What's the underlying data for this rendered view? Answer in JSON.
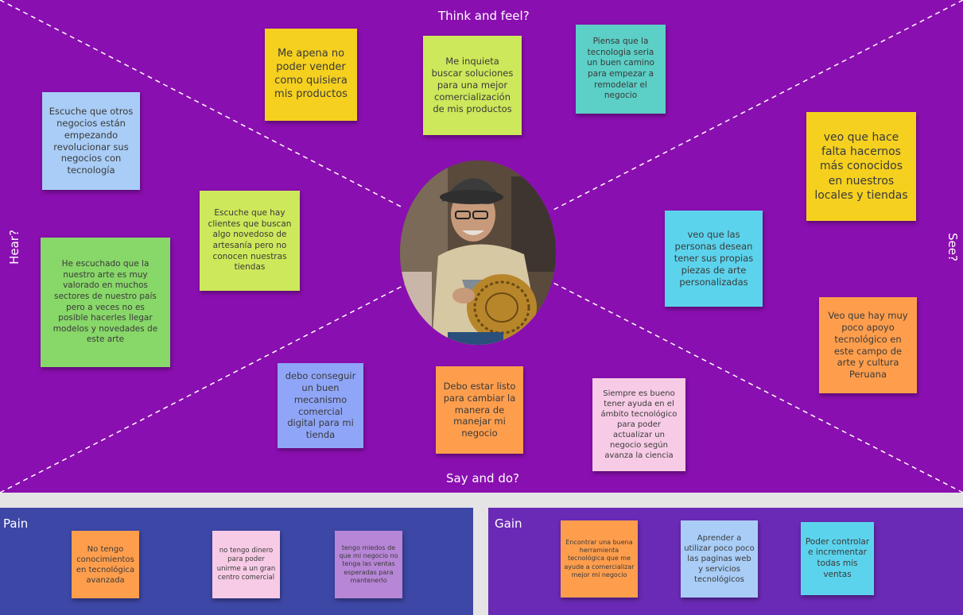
{
  "board": {
    "labels": {
      "think": "Think and feel?",
      "say": "Say and do?",
      "hear": "Hear?",
      "see": "See?"
    },
    "notes": {
      "think_1": "Me apena no poder vender como quisiera mis productos",
      "think_2": "Me inquieta buscar soluciones para una mejor comercialización de mis productos",
      "think_3": "Piensa que la tecnologia seria un buen camino para empezar a remodelar el negocio",
      "hear_1": "Escuche que otros negocios están empezando revolucionar sus negocios con tecnología",
      "hear_2": "Escuche que hay clientes que buscan algo novedoso de artesanía pero no conocen nuestras tiendas",
      "hear_3": "He escuchado que la nuestro arte es muy valorado en muchos sectores de nuestro país pero a veces no es posible hacerles llegar modelos y novedades de este arte",
      "see_1": "veo que hace falta hacernos más conocidos en nuestros locales y tiendas",
      "see_2": "veo que las personas desean tener sus propias piezas de arte personalizadas",
      "see_3": "Veo que hay muy poco apoyo tecnológico en este campo de arte y cultura Peruana",
      "say_1": "debo conseguir un buen mecanismo comercial digital para mi tienda",
      "say_2": "Debo estar listo para cambiar la manera de manejar mi negocio",
      "say_3": "Siempre es bueno tener ayuda en el ámbito tecnológico para poder actualizar un negocio según avanza la ciencia"
    }
  },
  "pain": {
    "title": "Pain",
    "notes": [
      "No tengo conocimientos en tecnológica avanzada",
      "no tengo dinero para poder unirme a un gran centro comercial",
      "tengo miedos de que mi negocio no tenga las ventas esperadas para mantenerlo"
    ]
  },
  "gain": {
    "title": "Gain",
    "notes": [
      "Encontrar una buena herramienta tecnológica que me ayude a comercializar mejor mi negocio",
      "Aprender a utilizar poco poco las paginas web y servicios tecnológicos",
      "Poder controlar e incrementar todas mis ventas"
    ]
  },
  "colors": {
    "board_bg": "#8a0fb0",
    "pain_bg": "#3d47a6",
    "gain_bg": "#6a2ab5",
    "yellow": "#f5d01f",
    "lime": "#cde85a",
    "teal": "#5ccfc6",
    "light_blue": "#a9cdf6",
    "green": "#88d769",
    "cyan": "#5cd3ec",
    "orange": "#fe9e4d",
    "periwinkle": "#8fa5f8",
    "pink": "#f7cbe5",
    "violet": "#b786d6"
  }
}
